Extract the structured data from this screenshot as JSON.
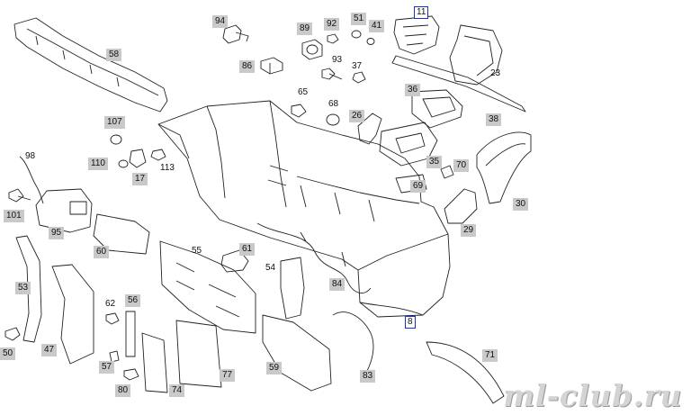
{
  "watermark": "ml-club.ru",
  "colors": {
    "line": "#222222",
    "label_bg": "#c9c9c9",
    "highlight_border": "#1a2fd0"
  },
  "labels": {
    "p8": "8",
    "p11": "11",
    "p17": "17",
    "p23": "23",
    "p26": "26",
    "p29": "29",
    "p30": "30",
    "p35": "35",
    "p36": "36",
    "p37": "37",
    "p38": "38",
    "p41": "41",
    "p47": "47",
    "p50": "50",
    "p51": "51",
    "p53": "53",
    "p54": "54",
    "p55": "55",
    "p56": "56",
    "p57": "57",
    "p58": "58",
    "p59": "59",
    "p60": "60",
    "p61": "61",
    "p62": "62",
    "p65": "65",
    "p68": "68",
    "p69": "69",
    "p70": "70",
    "p71": "71",
    "p74": "74",
    "p77": "77",
    "p80": "80",
    "p83": "83",
    "p84": "84",
    "p86": "86",
    "p89": "89",
    "p92": "92",
    "p93": "93",
    "p94": "94",
    "p95": "95",
    "p98": "98",
    "p101": "101",
    "p107": "107",
    "p110": "110",
    "p113": "113"
  }
}
